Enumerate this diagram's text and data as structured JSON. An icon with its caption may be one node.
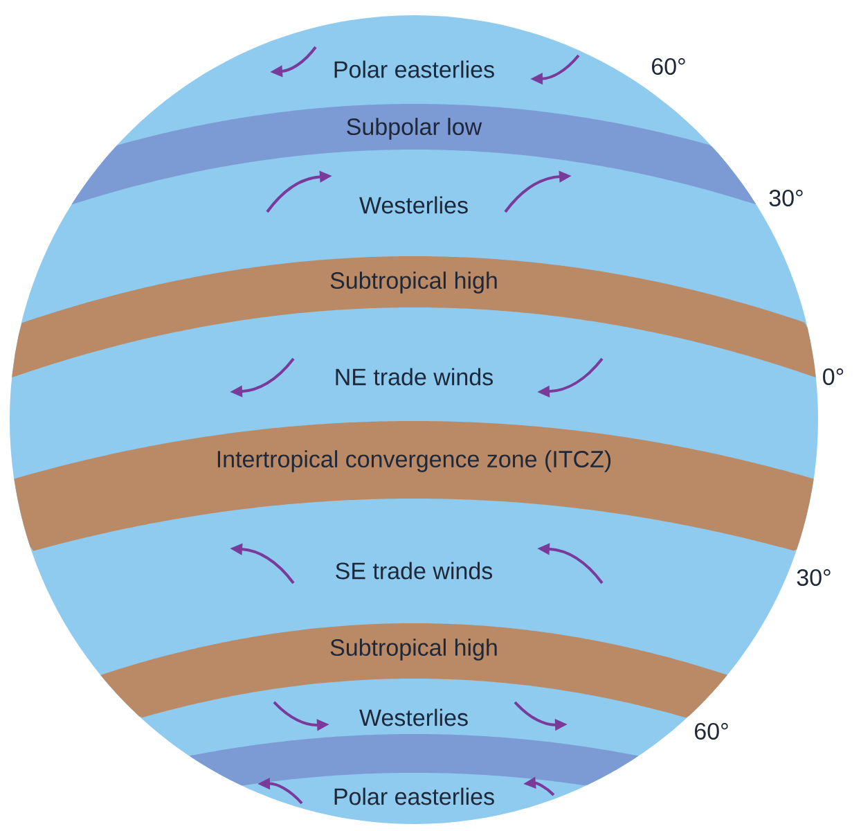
{
  "diagram": {
    "nodes": [
      {
        "text": [
          "Subpolar low"
        ]
      },
      {
        "text": [
          "Subtropical high"
        ]
      },
      {
        "text": [
          "Intertropical convergence zone (ITCZ)"
        ]
      },
      {
        "text": [
          "Subtropical high"
        ]
      },
      {
        "text": [],
        "shape": "band"
      }
    ],
    "labels": [
      "Polar easterlies",
      "60°",
      "Westerlies",
      "30°",
      "NE trade winds",
      "0°",
      "SE trade winds",
      "30°",
      "Westerlies",
      "60°",
      "Polar easterlies"
    ]
  }
}
